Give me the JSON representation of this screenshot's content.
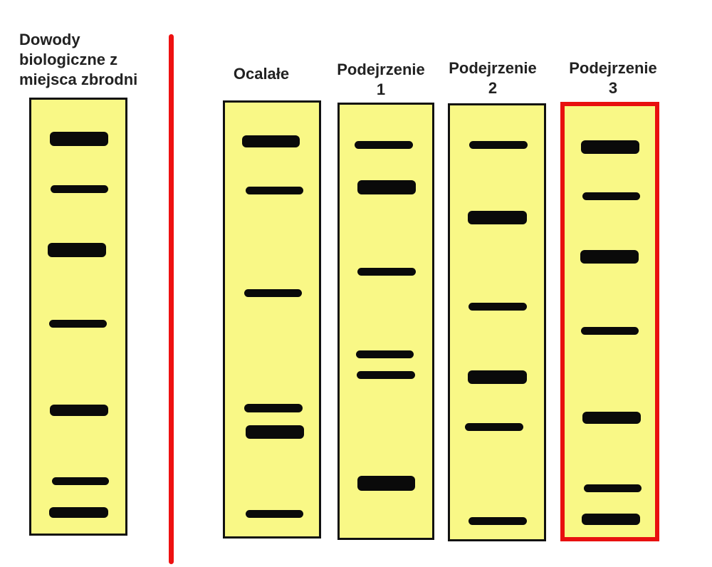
{
  "colors": {
    "lane_fill": "#f9f886",
    "lane_border": "#111111",
    "band": "#0a0a0a",
    "highlight": "#e8100f",
    "divider": "#ee1111"
  },
  "lanes": [
    {
      "label_lines": [
        "Dowody",
        "biologiczne z",
        "miejsca zbrodni"
      ],
      "highlighted": false,
      "band_count": 7
    },
    {
      "label_lines": [
        "Ocalałe"
      ],
      "highlighted": false,
      "band_count": 6
    },
    {
      "label_lines": [
        "Podejrzenie",
        "1"
      ],
      "highlighted": false,
      "band_count": 6
    },
    {
      "label_lines": [
        "Podejrzenie",
        "2"
      ],
      "highlighted": false,
      "band_count": 6
    },
    {
      "label_lines": [
        "Podejrzenie",
        "3"
      ],
      "highlighted": true,
      "band_count": 7
    }
  ]
}
